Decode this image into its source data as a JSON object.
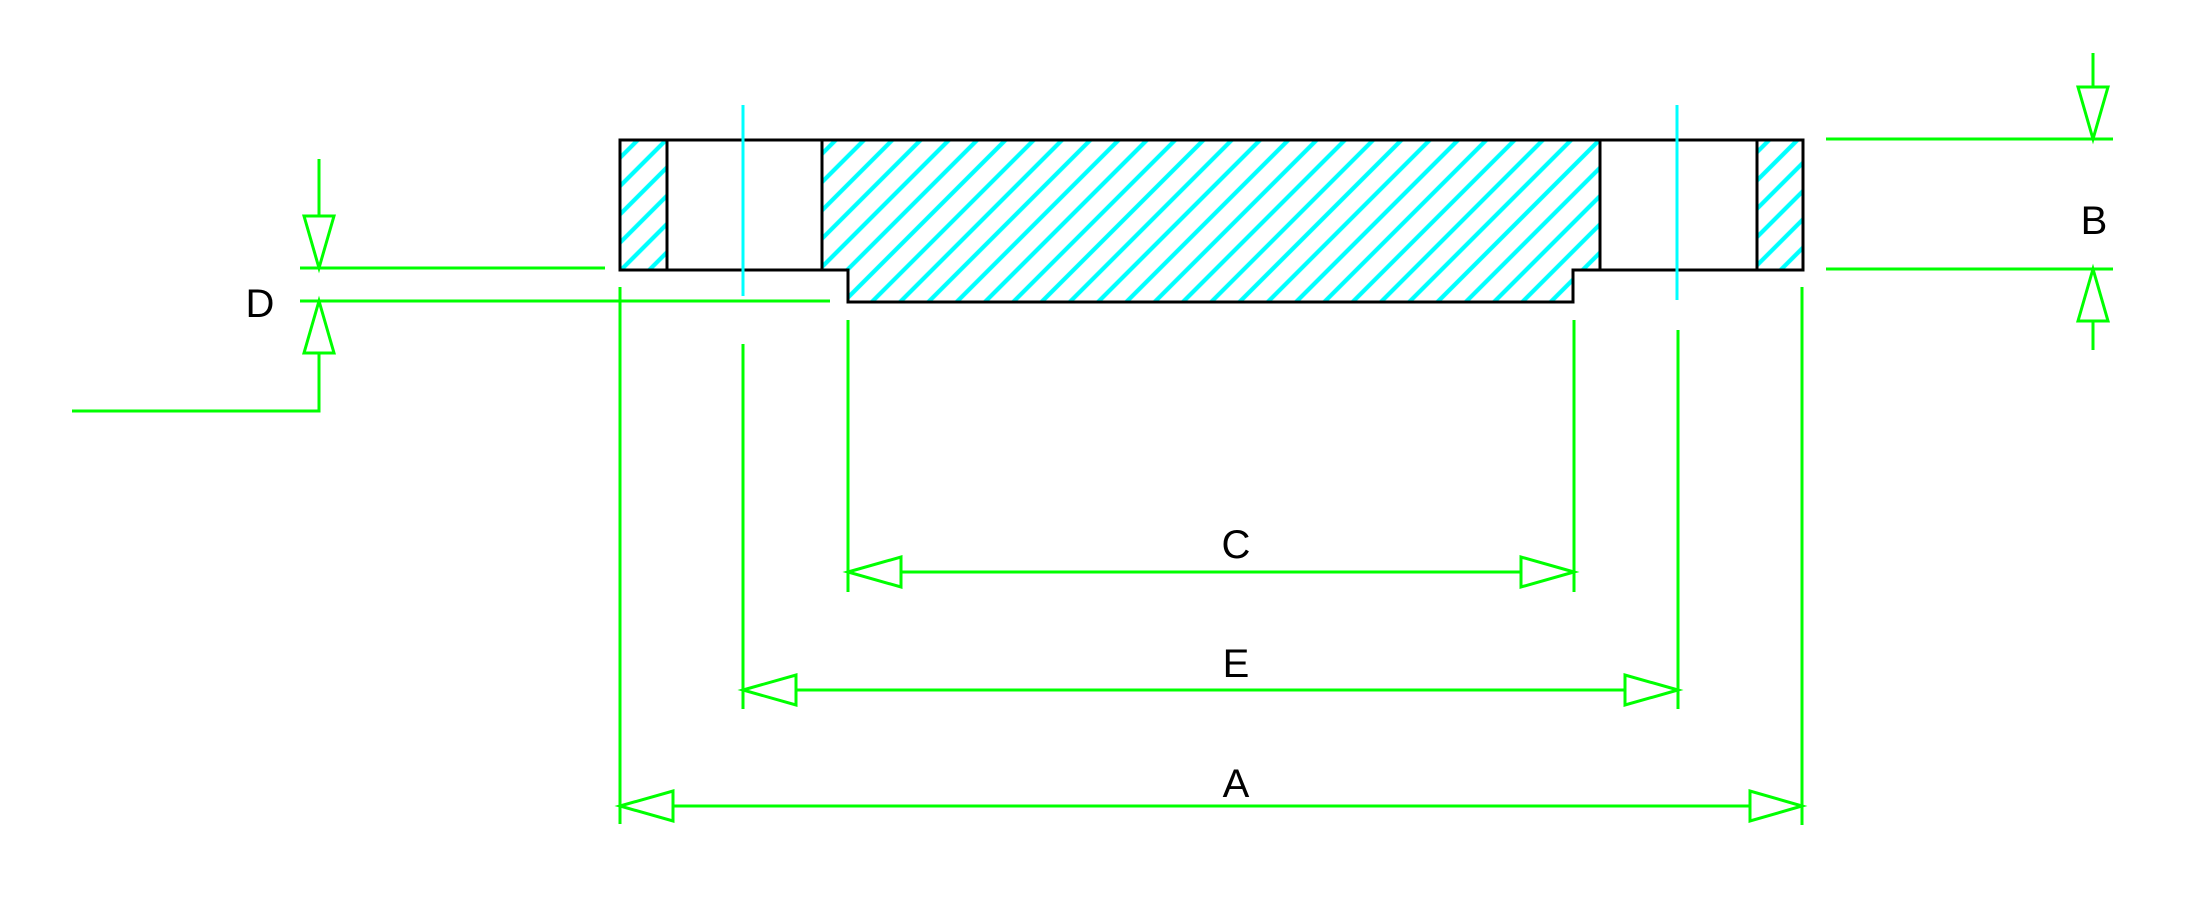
{
  "drawing": {
    "type": "flange-cross-section",
    "labels": {
      "dim_a": "A",
      "dim_b": "B",
      "dim_c": "C",
      "dim_d": "D",
      "dim_e": "E"
    },
    "colors": {
      "background": "#ffffff",
      "outline": "#000000",
      "hatch": "#00ffff",
      "centerline": "#00ffff",
      "dimension": "#00ff00",
      "label_text": "#000000"
    }
  }
}
